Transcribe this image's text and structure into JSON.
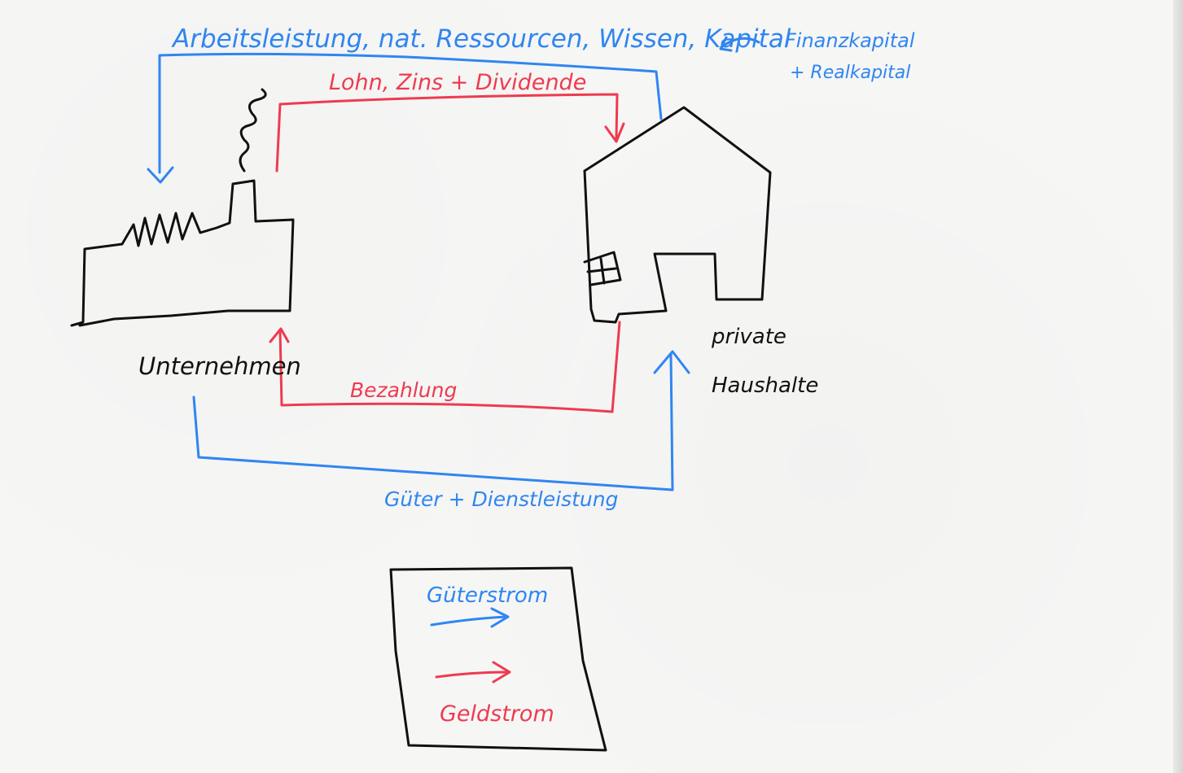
{
  "diagram": {
    "flows": {
      "top_blue_label": "Arbeitsleistung, nat. Ressourcen, Wissen, Kapital",
      "side_note_line1": "Finanzkapital",
      "side_note_line2": "+ Realkapital",
      "top_red_label": "Lohn, Zins + Dividende",
      "bottom_red_label": "Bezahlung",
      "bottom_blue_label": "Güter + Dienstleistung"
    },
    "nodes": {
      "company_label": "Unternehmen",
      "household_label_line1": "private",
      "household_label_line2": "Haushalte"
    },
    "legend": {
      "goods_flow_label": "Güterstrom",
      "money_flow_label": "Geldstrom"
    },
    "colors": {
      "goods_flow": "#2f86f0",
      "money_flow": "#ee3b4f",
      "ink": "#111111"
    }
  }
}
